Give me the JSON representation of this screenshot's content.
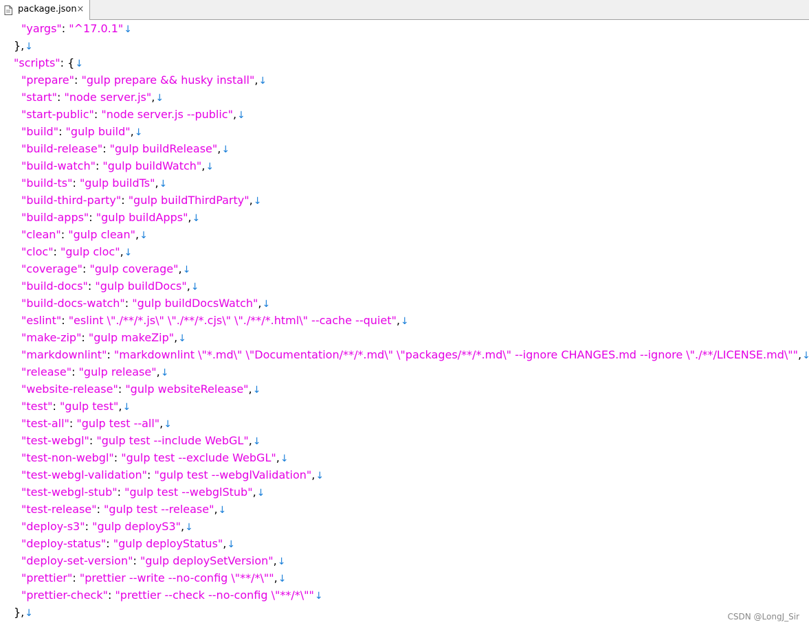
{
  "tab": {
    "label": "package.json",
    "close": "×",
    "icon": "file-icon"
  },
  "editor": {
    "colors": {
      "string": "#e400e4",
      "punctuation": "#000000",
      "eol_marker": "#1a7fd9"
    },
    "eol_marker": "↓",
    "lines": [
      {
        "indent": 1,
        "key": "\"yargs\"",
        "sep": ": ",
        "value": "\"^17.0.1\"",
        "tail": ""
      },
      {
        "indent": 0,
        "key": "",
        "sep": "",
        "value": "",
        "tail": "},"
      },
      {
        "indent": 0,
        "key": "\"scripts\"",
        "sep": ": ",
        "value": "",
        "tail": "{"
      },
      {
        "indent": 1,
        "key": "\"prepare\"",
        "sep": ": ",
        "value": "\"gulp prepare && husky install\"",
        "tail": ","
      },
      {
        "indent": 1,
        "key": "\"start\"",
        "sep": ": ",
        "value": "\"node server.js\"",
        "tail": ","
      },
      {
        "indent": 1,
        "key": "\"start-public\"",
        "sep": ": ",
        "value": "\"node server.js --public\"",
        "tail": ","
      },
      {
        "indent": 1,
        "key": "\"build\"",
        "sep": ": ",
        "value": "\"gulp build\"",
        "tail": ","
      },
      {
        "indent": 1,
        "key": "\"build-release\"",
        "sep": ": ",
        "value": "\"gulp buildRelease\"",
        "tail": ","
      },
      {
        "indent": 1,
        "key": "\"build-watch\"",
        "sep": ": ",
        "value": "\"gulp buildWatch\"",
        "tail": ","
      },
      {
        "indent": 1,
        "key": "\"build-ts\"",
        "sep": ": ",
        "value": "\"gulp buildTs\"",
        "tail": ","
      },
      {
        "indent": 1,
        "key": "\"build-third-party\"",
        "sep": ": ",
        "value": "\"gulp buildThirdParty\"",
        "tail": ","
      },
      {
        "indent": 1,
        "key": "\"build-apps\"",
        "sep": ": ",
        "value": "\"gulp buildApps\"",
        "tail": ","
      },
      {
        "indent": 1,
        "key": "\"clean\"",
        "sep": ": ",
        "value": "\"gulp clean\"",
        "tail": ","
      },
      {
        "indent": 1,
        "key": "\"cloc\"",
        "sep": ": ",
        "value": "\"gulp cloc\"",
        "tail": ","
      },
      {
        "indent": 1,
        "key": "\"coverage\"",
        "sep": ": ",
        "value": "\"gulp coverage\"",
        "tail": ","
      },
      {
        "indent": 1,
        "key": "\"build-docs\"",
        "sep": ": ",
        "value": "\"gulp buildDocs\"",
        "tail": ","
      },
      {
        "indent": 1,
        "key": "\"build-docs-watch\"",
        "sep": ": ",
        "value": "\"gulp buildDocsWatch\"",
        "tail": ","
      },
      {
        "indent": 1,
        "key": "\"eslint\"",
        "sep": ": ",
        "value": "\"eslint \\\"./**/*.js\\\" \\\"./**/*.cjs\\\" \\\"./**/*.html\\\" --cache --quiet\"",
        "tail": ","
      },
      {
        "indent": 1,
        "key": "\"make-zip\"",
        "sep": ": ",
        "value": "\"gulp makeZip\"",
        "tail": ","
      },
      {
        "indent": 1,
        "key": "\"markdownlint\"",
        "sep": ": ",
        "value": "\"markdownlint \\\"*.md\\\" \\\"Documentation/**/*.md\\\" \\\"packages/**/*.md\\\" --ignore CHANGES.md --ignore \\\"./**/LICENSE.md\\\"\"",
        "tail": ","
      },
      {
        "indent": 1,
        "key": "\"release\"",
        "sep": ": ",
        "value": "\"gulp release\"",
        "tail": ","
      },
      {
        "indent": 1,
        "key": "\"website-release\"",
        "sep": ": ",
        "value": "\"gulp websiteRelease\"",
        "tail": ","
      },
      {
        "indent": 1,
        "key": "\"test\"",
        "sep": ": ",
        "value": "\"gulp test\"",
        "tail": ","
      },
      {
        "indent": 1,
        "key": "\"test-all\"",
        "sep": ": ",
        "value": "\"gulp test --all\"",
        "tail": ","
      },
      {
        "indent": 1,
        "key": "\"test-webgl\"",
        "sep": ": ",
        "value": "\"gulp test --include WebGL\"",
        "tail": ","
      },
      {
        "indent": 1,
        "key": "\"test-non-webgl\"",
        "sep": ": ",
        "value": "\"gulp test --exclude WebGL\"",
        "tail": ","
      },
      {
        "indent": 1,
        "key": "\"test-webgl-validation\"",
        "sep": ": ",
        "value": "\"gulp test --webglValidation\"",
        "tail": ","
      },
      {
        "indent": 1,
        "key": "\"test-webgl-stub\"",
        "sep": ": ",
        "value": "\"gulp test --webglStub\"",
        "tail": ","
      },
      {
        "indent": 1,
        "key": "\"test-release\"",
        "sep": ": ",
        "value": "\"gulp test --release\"",
        "tail": ","
      },
      {
        "indent": 1,
        "key": "\"deploy-s3\"",
        "sep": ": ",
        "value": "\"gulp deployS3\"",
        "tail": ","
      },
      {
        "indent": 1,
        "key": "\"deploy-status\"",
        "sep": ": ",
        "value": "\"gulp deployStatus\"",
        "tail": ","
      },
      {
        "indent": 1,
        "key": "\"deploy-set-version\"",
        "sep": ": ",
        "value": "\"gulp deploySetVersion\"",
        "tail": ","
      },
      {
        "indent": 1,
        "key": "\"prettier\"",
        "sep": ": ",
        "value": "\"prettier --write --no-config \\\"**/*\\\"\"",
        "tail": ","
      },
      {
        "indent": 1,
        "key": "\"prettier-check\"",
        "sep": ": ",
        "value": "\"prettier --check --no-config \\\"**/*\\\"\"",
        "tail": ""
      },
      {
        "indent": 0,
        "key": "",
        "sep": "",
        "value": "",
        "tail": "},"
      }
    ]
  },
  "watermark": "CSDN @LongJ_Sir"
}
